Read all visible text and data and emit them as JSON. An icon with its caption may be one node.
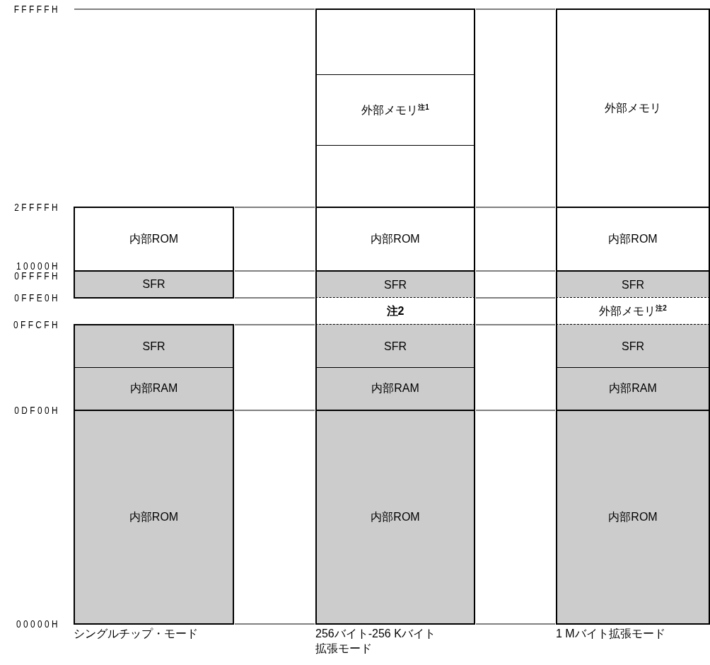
{
  "diagram": {
    "nodes": [
      {
        "text": [
          "内部ROM"
        ]
      },
      {
        "text": [
          "SFR"
        ]
      },
      {
        "text": [
          "SFR"
        ]
      },
      {
        "text": [
          "内部RAM"
        ]
      },
      {
        "text": [
          "内部ROM"
        ]
      },
      {
        "text": [],
        "shape": "box"
      },
      {
        "text": [
          "外部メモリ$^{注1}$"
        ]
      },
      {
        "text": [],
        "shape": "box"
      },
      {
        "text": [
          "内部ROM"
        ]
      },
      {
        "text": [
          "SFR"
        ]
      },
      {
        "text": [
          "注2"
        ]
      },
      {
        "text": [
          "SFR"
        ]
      },
      {
        "text": [
          "内部RAM"
        ]
      },
      {
        "text": [
          "内部ROM"
        ]
      },
      {
        "text": [
          "外部メモリ"
        ]
      },
      {
        "text": [
          "内部ROM"
        ]
      },
      {
        "text": [
          "SFR"
        ]
      },
      {
        "text": [
          "外部メモリ$^{注2}$"
        ]
      },
      {
        "text": [
          "SFR"
        ]
      },
      {
        "text": [
          "内部RAM"
        ]
      },
      {
        "text": [
          "内部ROM"
        ]
      }
    ],
    "edges": [],
    "labels": [
      "FFFFFH",
      "2FFFFH",
      "10000H",
      "0FFFFH",
      "0FFE0H",
      "0FFCFH",
      "0DF00H",
      "00000H",
      "シングルチップ・モード",
      "256バイト-256 Kバイト拡張モード",
      "1 Mバイト拡張モード"
    ]
  }
}
